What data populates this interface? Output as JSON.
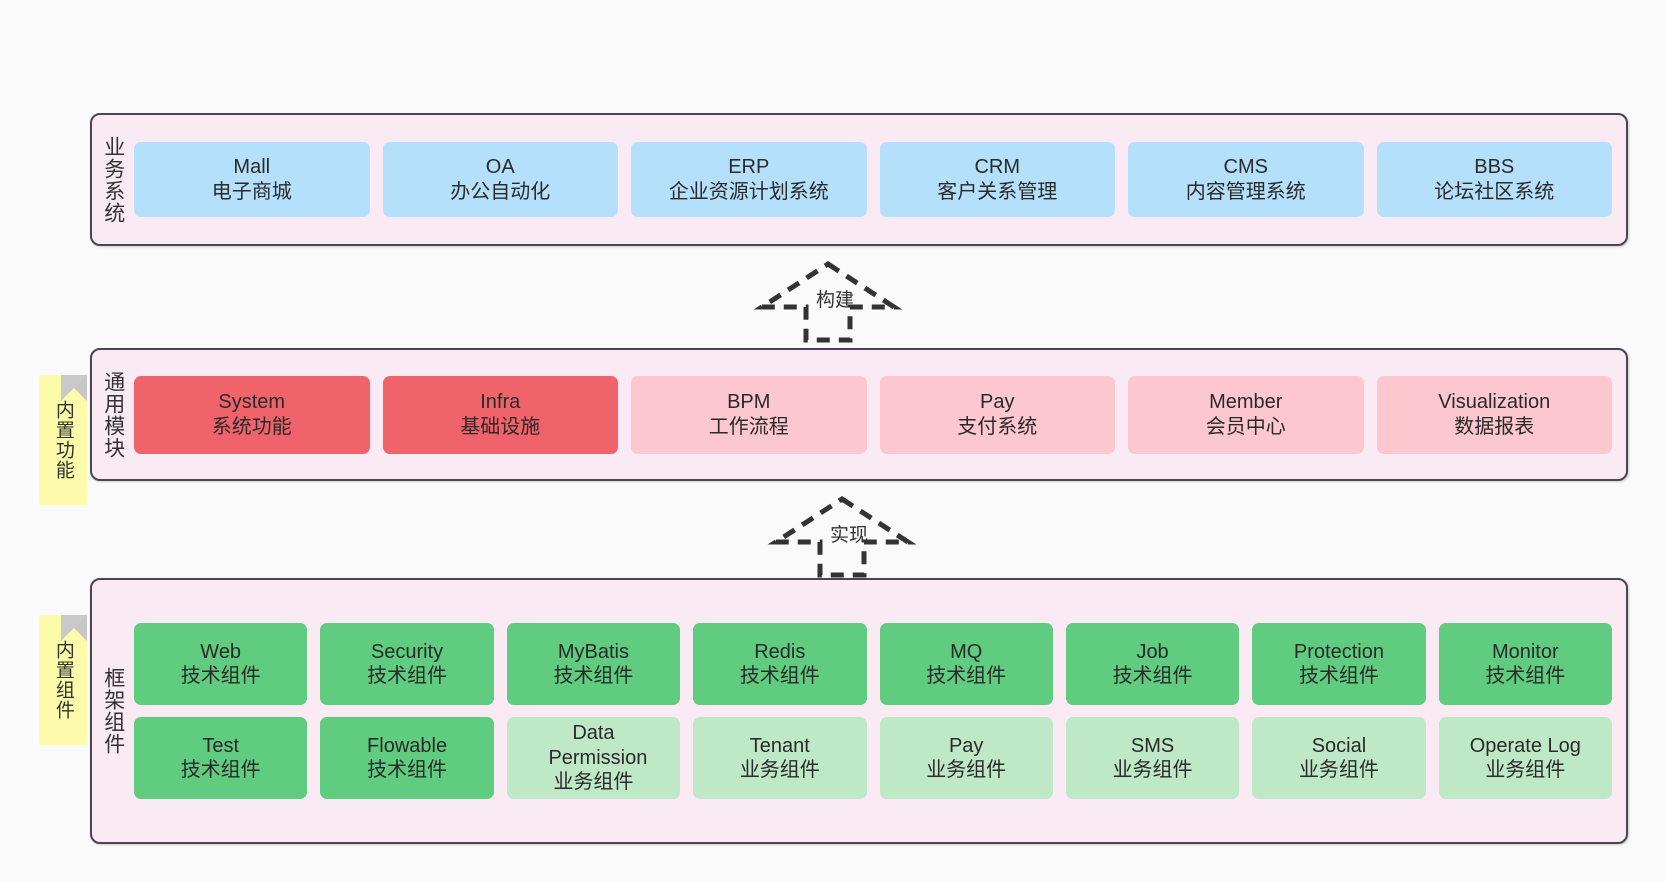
{
  "theme": {
    "background": "#fafafa",
    "panel_bg": "#f9eaf4",
    "panel_border": "#4a4453",
    "note_bg": "#fbfbaa",
    "blue": "#b5e0fb",
    "red": "#f0636a",
    "pink": "#fcc7cf",
    "green": "#5fcc7f",
    "light_green": "#bfe8c6"
  },
  "layers": [
    {
      "id": "business-system",
      "title": "业务系统",
      "rows": [
        {
          "nodes": [
            {
              "name": "Mall",
              "desc": "电子商城",
              "color": "blue"
            },
            {
              "name": "OA",
              "desc": "办公自动化",
              "color": "blue"
            },
            {
              "name": "ERP",
              "desc": "企业资源计划系统",
              "color": "blue"
            },
            {
              "name": "CRM",
              "desc": "客户关系管理",
              "color": "blue"
            },
            {
              "name": "CMS",
              "desc": "内容管理系统",
              "color": "blue"
            },
            {
              "name": "BBS",
              "desc": "论坛社区系统",
              "color": "blue"
            }
          ]
        }
      ]
    },
    {
      "id": "common-module",
      "title": "通用模块",
      "note": "内置功能",
      "rows": [
        {
          "nodes": [
            {
              "name": "System",
              "desc": "系统功能",
              "color": "red"
            },
            {
              "name": "Infra",
              "desc": "基础设施",
              "color": "red"
            },
            {
              "name": "BPM",
              "desc": "工作流程",
              "color": "pink"
            },
            {
              "name": "Pay",
              "desc": "支付系统",
              "color": "pink"
            },
            {
              "name": "Member",
              "desc": "会员中心",
              "color": "pink"
            },
            {
              "name": "Visualization",
              "desc": "数据报表",
              "color": "pink"
            }
          ]
        }
      ]
    },
    {
      "id": "framework-component",
      "title": "框架组件",
      "note": "内置组件",
      "rows": [
        {
          "nodes": [
            {
              "name": "Web",
              "desc": "技术组件",
              "color": "green"
            },
            {
              "name": "Security",
              "desc": "技术组件",
              "color": "green"
            },
            {
              "name": "MyBatis",
              "desc": "技术组件",
              "color": "green"
            },
            {
              "name": "Redis",
              "desc": "技术组件",
              "color": "green"
            },
            {
              "name": "MQ",
              "desc": "技术组件",
              "color": "green"
            },
            {
              "name": "Job",
              "desc": "技术组件",
              "color": "green"
            },
            {
              "name": "Protection",
              "desc": "技术组件",
              "color": "green"
            },
            {
              "name": "Monitor",
              "desc": "技术组件",
              "color": "green"
            }
          ]
        },
        {
          "nodes": [
            {
              "name": "Test",
              "desc": "技术组件",
              "color": "green"
            },
            {
              "name": "Flowable",
              "desc": "技术组件",
              "color": "green"
            },
            {
              "name": "Data Permission",
              "desc": "业务组件",
              "color": "light_green"
            },
            {
              "name": "Tenant",
              "desc": "业务组件",
              "color": "light_green"
            },
            {
              "name": "Pay",
              "desc": "业务组件",
              "color": "light_green"
            },
            {
              "name": "SMS",
              "desc": "业务组件",
              "color": "light_green"
            },
            {
              "name": "Social",
              "desc": "业务组件",
              "color": "light_green"
            },
            {
              "name": "Operate Log",
              "desc": "业务组件",
              "color": "light_green"
            }
          ]
        }
      ]
    }
  ],
  "arrows": [
    {
      "id": "build",
      "label": "构建"
    },
    {
      "id": "implement",
      "label": "实现"
    }
  ]
}
